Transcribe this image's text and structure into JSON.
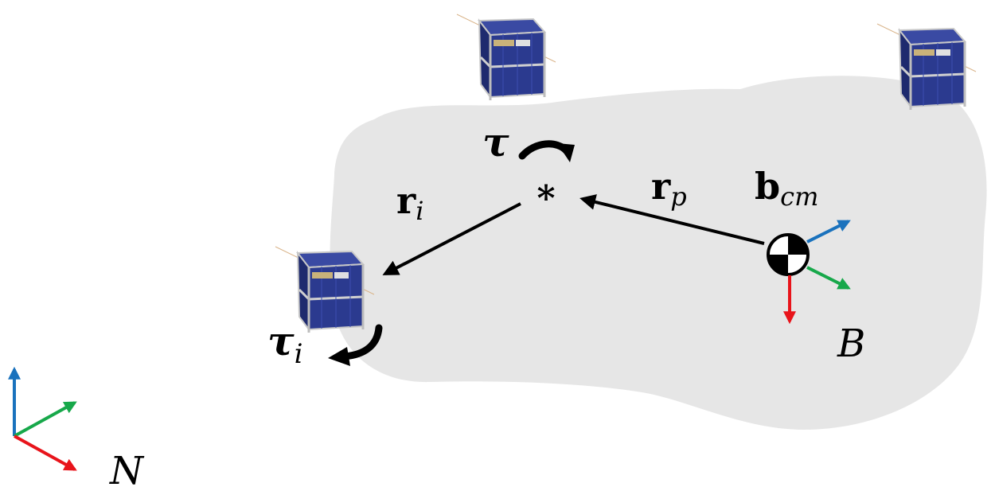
{
  "labels": {
    "tau_symbol": "τ",
    "tau_i_symbol": "τ",
    "tau_i_subscript": "i",
    "r_i_symbol": "r",
    "r_i_subscript": "i",
    "r_p_symbol": "r",
    "r_p_subscript": "p",
    "b_cm_symbol": "b",
    "b_cm_subscript": "cm",
    "body_frame": "B",
    "inertial_frame": "N",
    "point_marker": "*"
  },
  "colors": {
    "body_fill": "#e6e6e6",
    "arrow": "#000000",
    "axis_x": "#e8141b",
    "axis_y": "#17a84a",
    "axis_z": "#1a72bd",
    "sat_panel": "#2b3a8f",
    "sat_panel_dark": "#1e2a6e",
    "sat_frame": "#b8b8b8"
  },
  "icons": {
    "satellite": "cubesat-icon",
    "center_of_mass": "center-of-mass-icon",
    "rotation": "curved-arrow-icon"
  }
}
